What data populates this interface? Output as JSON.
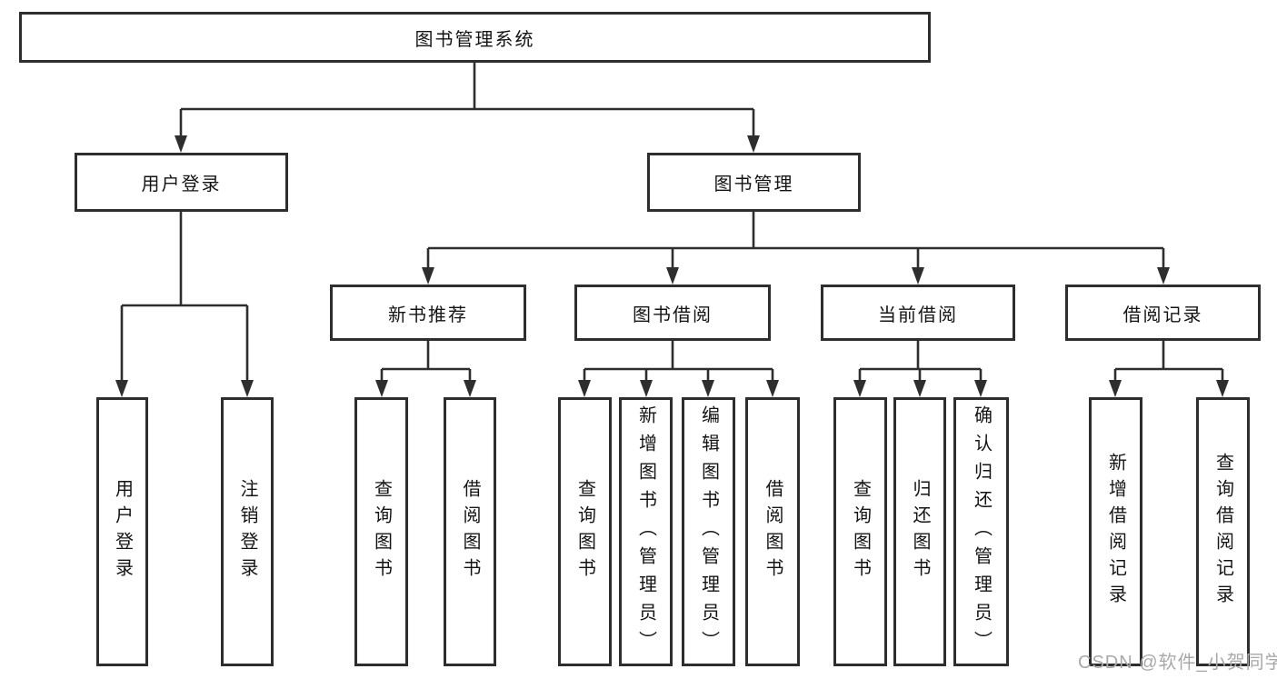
{
  "colors": {
    "line": "#2e2e2e",
    "box_border": "#2e2e2e",
    "text": "#141414",
    "watermark": "#a9a9a9",
    "background": "#ffffff"
  },
  "nodes": {
    "root": {
      "label": "图书管理系统"
    },
    "user_login": {
      "label": "用户登录"
    },
    "book_management": {
      "label": "图书管理"
    },
    "new_book_recommend": {
      "label": "新书推荐"
    },
    "book_borrow": {
      "label": "图书借阅"
    },
    "current_borrow": {
      "label": "当前借阅"
    },
    "borrow_records": {
      "label": "借阅记录"
    },
    "leaf_user_login": {
      "label": "用户登录"
    },
    "leaf_logout": {
      "label": "注销登录"
    },
    "leaf_rec_query_books": {
      "label": "查询图书"
    },
    "leaf_rec_borrow_books": {
      "label": "借阅图书"
    },
    "leaf_bb_query_books": {
      "label": "查询图书"
    },
    "leaf_bb_add_books": {
      "label": "新增图书（管理员）"
    },
    "leaf_bb_edit_books": {
      "label": "编辑图书（管理员）"
    },
    "leaf_bb_borrow_books": {
      "label": "借阅图书"
    },
    "leaf_cb_query_books": {
      "label": "查询图书"
    },
    "leaf_cb_return_books": {
      "label": "归还图书"
    },
    "leaf_cb_confirm_return": {
      "label": "确认归还（管理员）"
    },
    "leaf_br_add_record": {
      "label": "新增借阅记录"
    },
    "leaf_br_query_record": {
      "label": "查询借阅记录"
    }
  },
  "watermark": {
    "text": "CSDN @软件_小贺同学"
  }
}
